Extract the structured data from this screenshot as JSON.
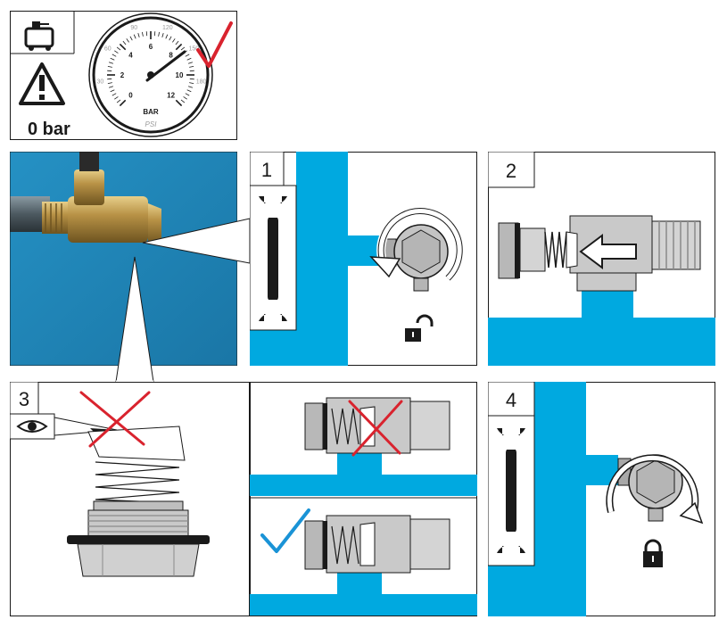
{
  "header": {
    "pressure_text": "0 bar"
  },
  "gauge": {
    "bar_labels": [
      "0",
      "2",
      "4",
      "6",
      "8",
      "10",
      "12"
    ],
    "psi_labels": [
      "30",
      "60",
      "90",
      "120",
      "150",
      "180"
    ],
    "bar_unit": "BAR",
    "psi_unit": "PSI"
  },
  "steps": {
    "step1": "1",
    "step2": "2",
    "step3": "3",
    "step4": "4"
  },
  "colors": {
    "accent_blue": "#00a9e0",
    "photo_blue": "#1f86b8",
    "check_blue": "#1a93d6",
    "cross_red": "#d9232e",
    "metal_grey": "#b3b3b3",
    "outline": "#1a1a1a"
  },
  "icons": {
    "compressor": "compressor-icon",
    "warning": "warning-icon",
    "wrench": "wrench-icon",
    "unlocked": "unlocked-padlock-icon",
    "locked": "locked-padlock-icon",
    "eye": "eye-icon",
    "check": "checkmark-icon",
    "cross": "cross-icon"
  }
}
